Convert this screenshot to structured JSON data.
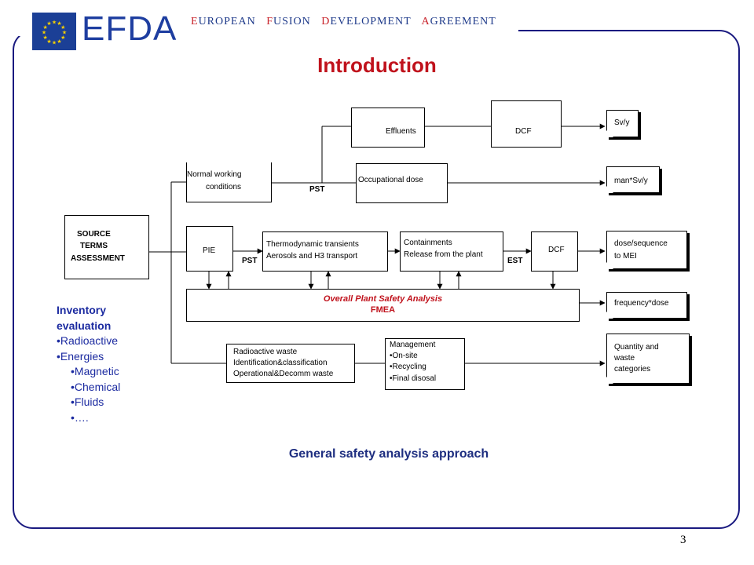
{
  "header": {
    "logo_text": "EFDA",
    "agreement_parts": [
      {
        "initial": "E",
        "rest": "UROPEAN"
      },
      {
        "initial": "F",
        "rest": "USION"
      },
      {
        "initial": "D",
        "rest": "EVELOPMENT"
      },
      {
        "initial": "A",
        "rest": "GREEMENT"
      }
    ]
  },
  "title": "Introduction",
  "diagram": {
    "source": [
      "SOURCE",
      "TERMS",
      "ASSESSMENT"
    ],
    "normal_working": [
      "Normal working",
      "conditions"
    ],
    "effluents": "Effluents",
    "dcf_top": "DCF",
    "occupational_dose": "Occupational dose",
    "pst_upper": "PST",
    "pie": "PIE",
    "pst_lower": "PST",
    "thermo": [
      "Thermodynamic transients",
      "Aerosols and H3 transport"
    ],
    "containments": [
      "Containments",
      "Release from the plant"
    ],
    "est": "EST",
    "dcf_mid": "DCF",
    "overall": [
      "Overall Plant Safety Analysis",
      "FMEA"
    ],
    "radwaste": [
      "Radioactive waste",
      "Identification&classification",
      "Operational&Decomm waste"
    ],
    "management": [
      "Management",
      "•On-site",
      "•Recycling",
      "•Final disosal"
    ],
    "outputs": {
      "svy": "Sv/y",
      "mansvy": "man*Sv/y",
      "dose": [
        "dose/sequence",
        "to MEI"
      ],
      "freq": "frequency*dose",
      "quantity": [
        "Quantity and",
        "waste",
        "categories"
      ]
    }
  },
  "inventory": {
    "heading": [
      "Inventory",
      "evaluation"
    ],
    "items": [
      "•Radioactive",
      "•Energies"
    ],
    "subitems": [
      "•Magnetic",
      "•Chemical",
      "•Fluids",
      "•…."
    ]
  },
  "caption": "General safety analysis approach",
  "page_number": "3",
  "colors": {
    "frame": "#1a1a80",
    "title": "#c0121c",
    "logo": "#1e3ea0",
    "initials": "#c8222a",
    "inventory": "#1b2aa0",
    "flag": "#1b3f96",
    "stars": "#f5d000"
  }
}
